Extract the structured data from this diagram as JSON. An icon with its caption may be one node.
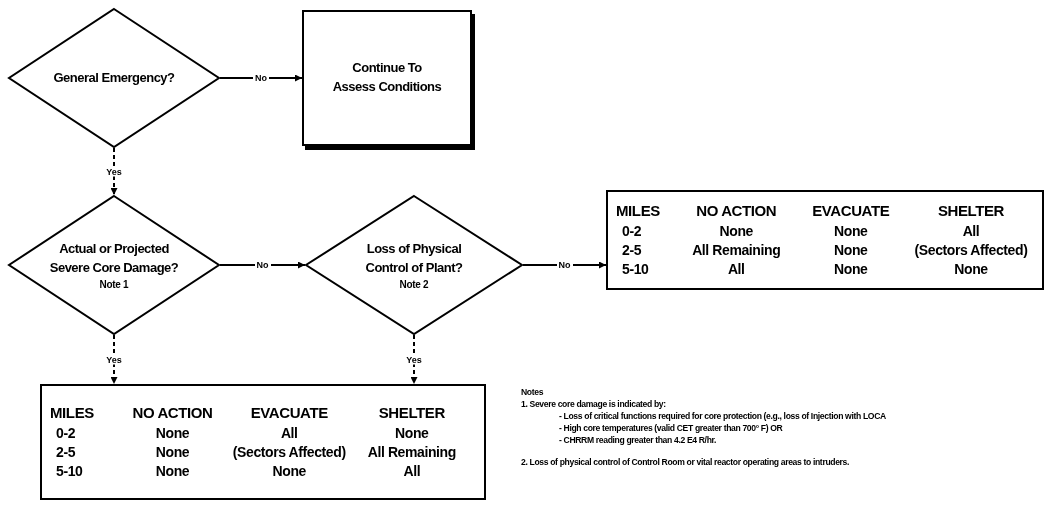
{
  "diagram": {
    "nodes": [
      {
        "text": [
          "General Emergency?"
        ]
      },
      {
        "text": [
          "Continue To Assess Conditions"
        ]
      },
      {
        "text": [
          "Actual or Projected Severe Core Damage?",
          "Note 1"
        ]
      },
      {
        "text": [
          "Loss of Physical Control of Plant?",
          "Note 2"
        ]
      },
      {
        "text": [
          "MILES",
          "NO ACTION",
          "EVACUATE",
          "SHELTER",
          "0-2",
          "None",
          "None",
          "All",
          "2-5",
          "All Remaining",
          "None",
          "(Sectors Affected)",
          "5-10",
          "All",
          "None",
          "None"
        ]
      },
      {
        "text": [
          "MILES",
          "NO ACTION",
          "EVACUATE",
          "SHELTER",
          "0-2",
          "None",
          "All",
          "None",
          "2-5",
          "None",
          "(Sectors Affected)",
          "All Remaining",
          "5-10",
          "None",
          "None",
          "All"
        ]
      }
    ],
    "edges": [
      {
        "from": 0,
        "to": 1,
        "arrow": "to",
        "label": "No"
      },
      {
        "from": 0,
        "to": 2,
        "arrow": "to",
        "label": "Yes",
        "style": "dashed"
      },
      {
        "from": 2,
        "to": 3,
        "arrow": "to",
        "label": "No"
      },
      {
        "from": 3,
        "to": 4,
        "arrow": "to",
        "label": "No"
      },
      {
        "from": 2,
        "to": 5,
        "arrow": "to",
        "label": "Yes",
        "style": "dashed"
      },
      {
        "from": 3,
        "to": 5,
        "arrow": "to",
        "label": "Yes",
        "style": "dashed"
      }
    ],
    "labels": [
      "Notes",
      "1. Severe core damage is indicated by:",
      "- Loss of critical functions required for core protection (e.g., loss of Injection with LOCA",
      "- High core temperatures (valid CET greater than 700° F) OR",
      "- CHRRM reading greater than 4.2 E4 R/hr.",
      "2. Loss of physical control of Control Room or vital reactor operating areas to intruders."
    ]
  }
}
